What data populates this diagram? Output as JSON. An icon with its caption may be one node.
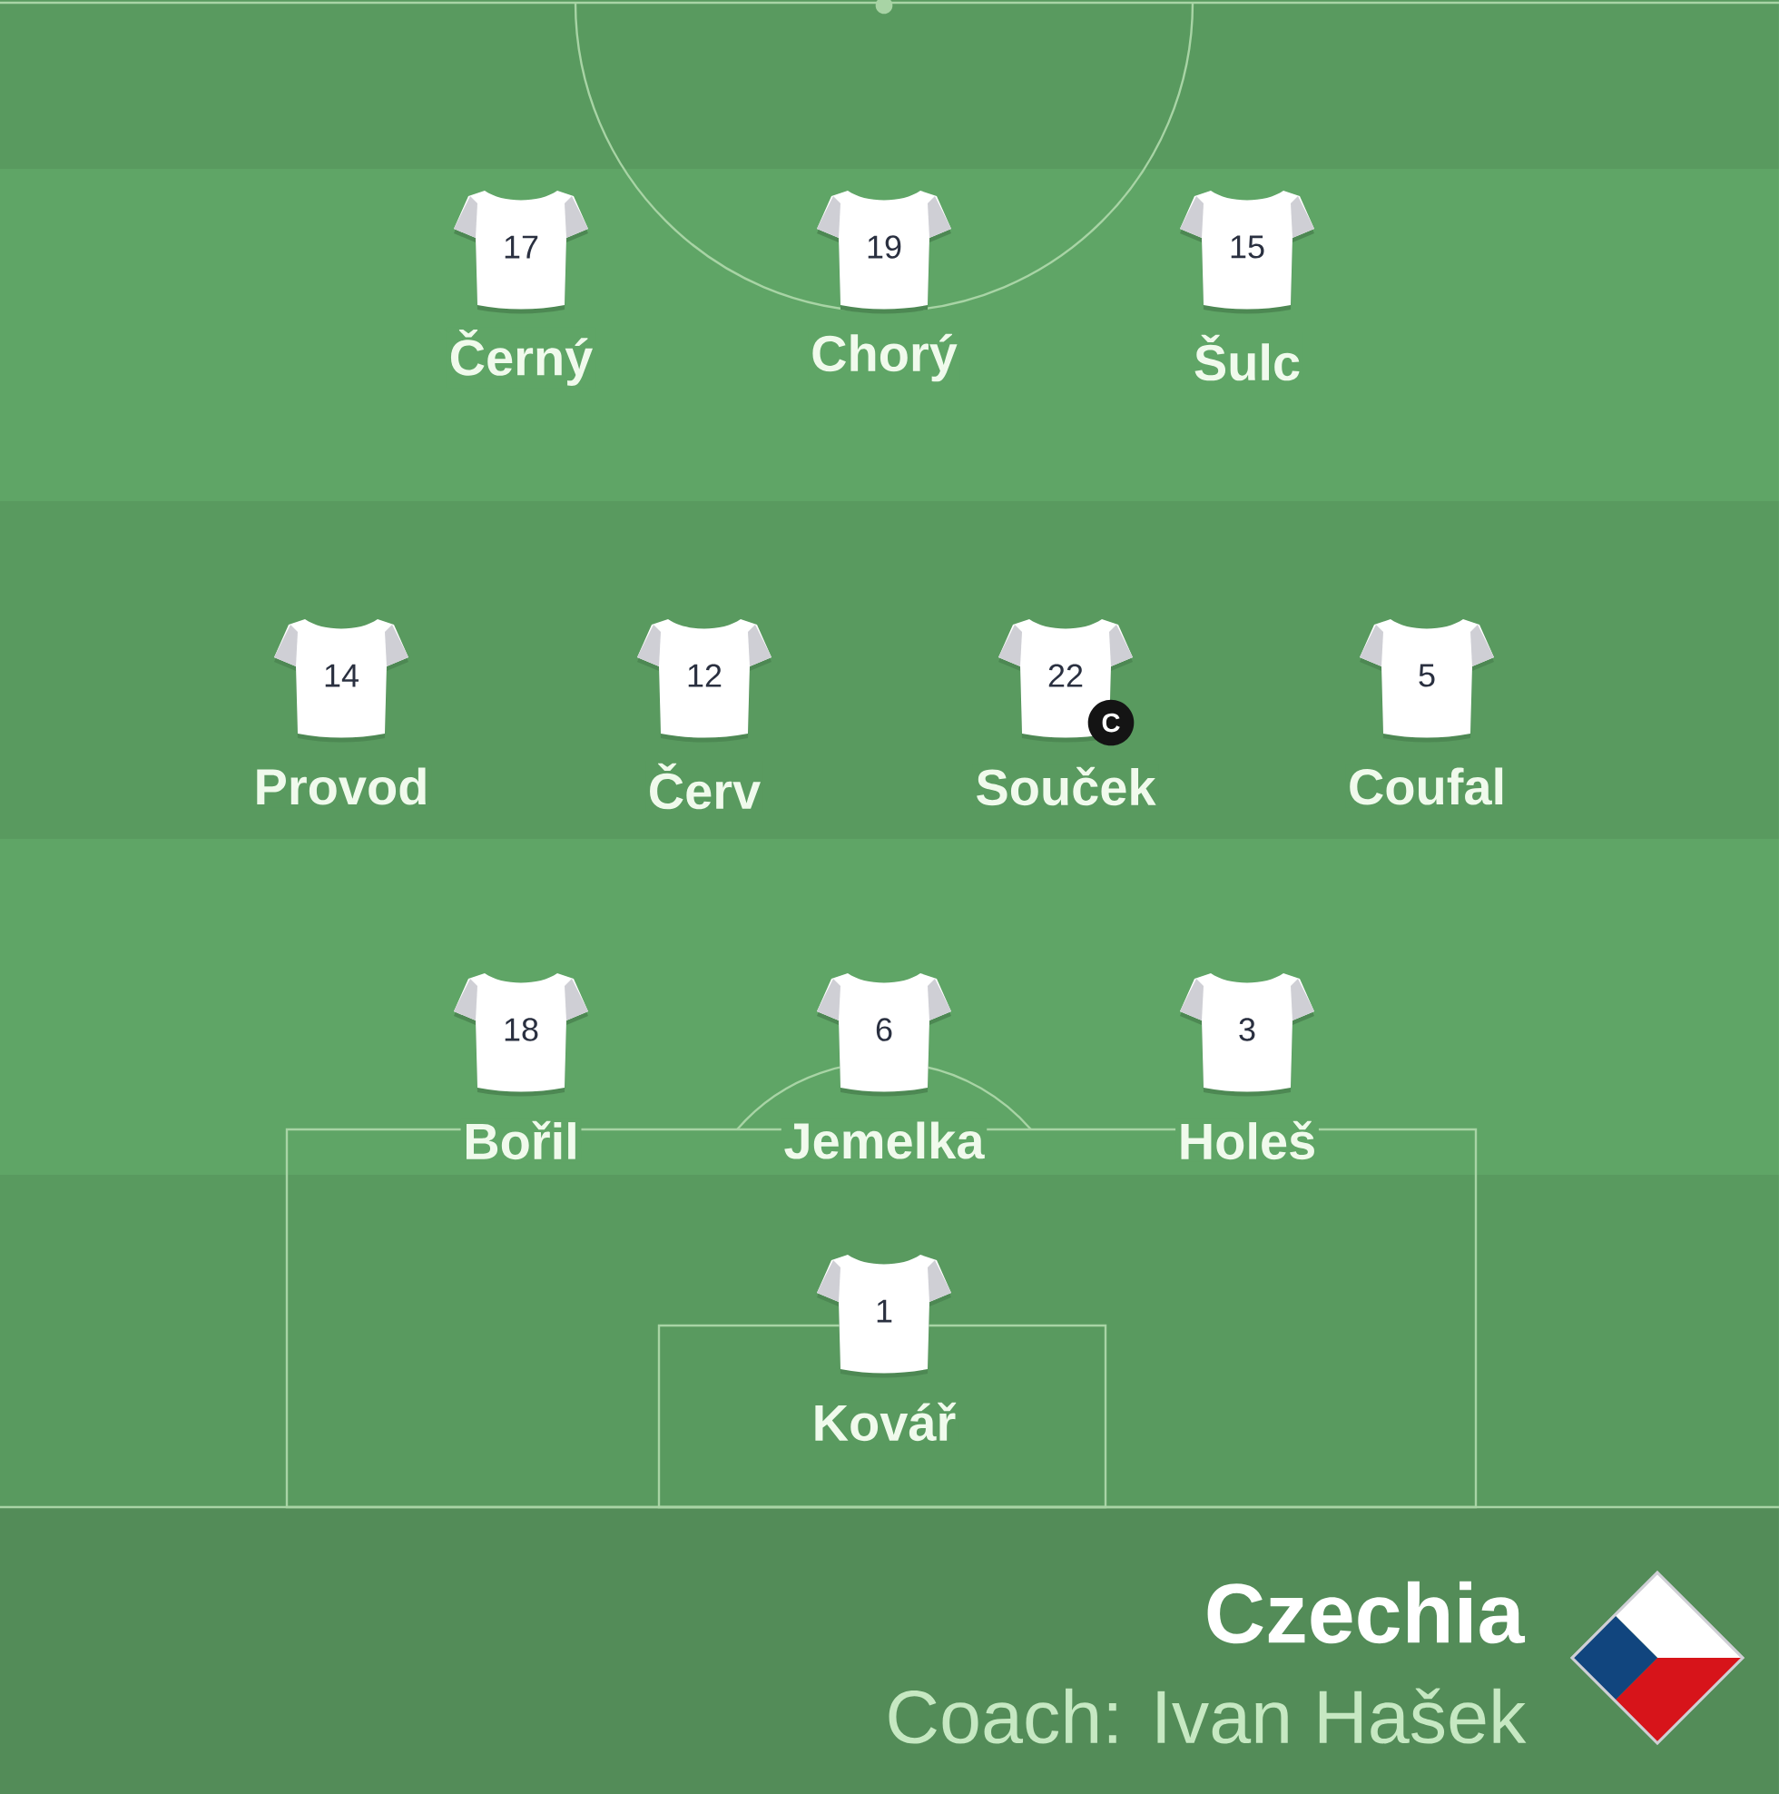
{
  "diagram": {
    "title": "Czechia",
    "nodes": [
      {
        "text": [
          "17"
        ],
        "beside": [
          "Černý"
        ]
      },
      {
        "text": [
          "19"
        ],
        "beside": [
          "Chorý"
        ]
      },
      {
        "text": [
          "15"
        ],
        "beside": [
          "Šulc"
        ]
      },
      {
        "text": [
          "14"
        ],
        "beside": [
          "Provod"
        ]
      },
      {
        "text": [
          "12"
        ],
        "beside": [
          "Červ"
        ]
      },
      {
        "text": [
          "22"
        ],
        "beside": [
          "Souček"
        ]
      },
      {
        "text": [
          "C"
        ]
      },
      {
        "text": [
          "5"
        ],
        "beside": [
          "Coufal"
        ]
      },
      {
        "text": [
          "18"
        ],
        "beside": [
          "Bořil"
        ]
      },
      {
        "text": [
          "6"
        ],
        "beside": [
          "Jemelka"
        ]
      },
      {
        "text": [
          "3"
        ],
        "beside": [
          "Holeš"
        ]
      },
      {
        "text": [
          "1"
        ],
        "beside": [
          "Kovář"
        ]
      }
    ],
    "labels": [
      "Coach: Ivan Hašek"
    ]
  }
}
